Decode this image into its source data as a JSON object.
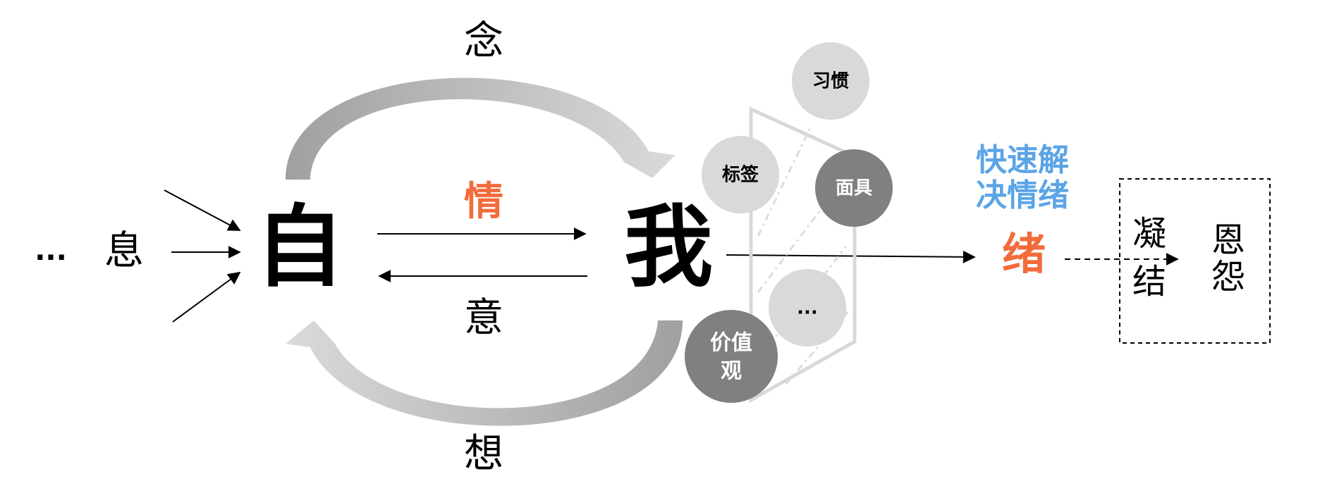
{
  "labels": {
    "ellipsis_left": "...",
    "xi": "息",
    "zi": "自",
    "wo": "我",
    "nian": "念",
    "qing": "情",
    "yi": "意",
    "xiang": "想",
    "xu": "绪",
    "quick_line1": "快速解",
    "quick_line2": "决情绪",
    "ningjie_1": "凝",
    "ningjie_2": "结",
    "enyuan_1": "恩",
    "enyuan_2": "怨"
  },
  "bubbles": {
    "habit": "习惯",
    "tag": "标签",
    "mask": "面具",
    "more": "...",
    "values_line1": "价值",
    "values_line2": "观"
  },
  "colors": {
    "accent_orange": "#f26b3a",
    "accent_blue": "#5ba4e6",
    "arc_gray": "#a8a8a8",
    "arc_light": "#d4d4d4",
    "bubble_light": "#d9d9d9",
    "bubble_dark": "#808080",
    "text_dark": "#000000"
  }
}
